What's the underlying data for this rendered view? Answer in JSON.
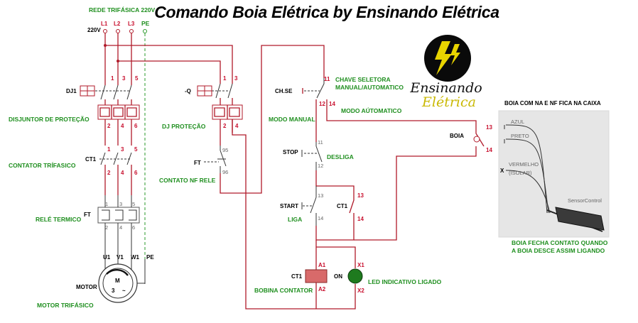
{
  "title": "Comando Boia Elétrica by Ensinando Elétrica",
  "logo": {
    "line1": "Ensinando",
    "line2": "Elétrica"
  },
  "power": {
    "network_label": "REDE TRIFÁSICA 220V",
    "voltage": "220V",
    "phases": [
      "L1",
      "L2",
      "L3"
    ],
    "earth": "PE"
  },
  "power_circuit": {
    "dj1": "DJ1",
    "dj1_desc": "DISJUNTOR DE PROTEÇÃO",
    "ct1": "CT1",
    "ct1_desc": "CONTATOR TRÍFASICO",
    "ft": "FT",
    "ft_desc": "RELÉ TERMICO",
    "motor_tag": "MOTOR",
    "motor_desc": "MOTOR TRIFÁSICO",
    "motor_symbol": "M",
    "motor_wave": "~",
    "motor_phases": "3",
    "top_terminals": [
      "1",
      "3",
      "5"
    ],
    "bottom_terminals": [
      "2",
      "4",
      "6"
    ],
    "motor_terminals": [
      "U1",
      "V1",
      "W1",
      "PE"
    ]
  },
  "control_circuit": {
    "q_tag": "-Q",
    "q_desc": "DJ PROTEÇÃO",
    "q_top": [
      "1",
      "3"
    ],
    "q_bottom": [
      "2",
      "4"
    ],
    "ft_tag": "FT",
    "ft_desc": "CONTATO NF RELE",
    "ft_terminals": [
      "95",
      "96"
    ],
    "chse_tag": "CH.SE",
    "selector_desc": "CHAVE SELETORA MANUAL/AUTOMATICO",
    "selector_line1": "CHAVE SELETORA",
    "selector_line2": "MANUAL/AUTOMATICO",
    "selector_terminals": [
      "11",
      "12",
      "14"
    ],
    "mode_manual": "MODO MANUAL",
    "mode_auto": "MODO AÚTOMATICO",
    "stop_tag": "STOP",
    "stop_desc": "DESLIGA",
    "stop_terminals": [
      "11",
      "12"
    ],
    "start_tag": "START",
    "start_desc": "LIGA",
    "start_terminals": [
      "13",
      "14"
    ],
    "ct1_tag": "CT1",
    "ct1_terminals": [
      "13",
      "14"
    ],
    "coil_tag": "CT1",
    "coil_desc": "BOBINA CONTATOR",
    "coil_terminals": [
      "A1",
      "A2"
    ],
    "led_tag": "ON",
    "led_desc": "LED INDICATIVO LIGADO",
    "led_terminals": [
      "X1",
      "X2"
    ],
    "boia_tag": "BOIA",
    "boia_terminals": [
      "13",
      "14"
    ]
  },
  "float_sensor": {
    "title": "BOIA COM NA E NF FICA NA CAIXA",
    "wire_blue": "AZUL",
    "wire_black": "PRETO",
    "wire_red": "VERMELHO",
    "wire_red_note": "(ISOLAR)",
    "brand": "SensorControl",
    "cut_mark": "X",
    "note_line1": "BOIA FECHA CONTATO QUANDO",
    "note_line2": "A BOIA DESCE ASSIM LIGANDO"
  },
  "colors": {
    "green_text": "#1f8f1f",
    "red_wire": "#b01a2a",
    "logo_yellow": "#c9b800",
    "led_green": "#1e7a1e",
    "coil_red": "#d86a6a"
  }
}
